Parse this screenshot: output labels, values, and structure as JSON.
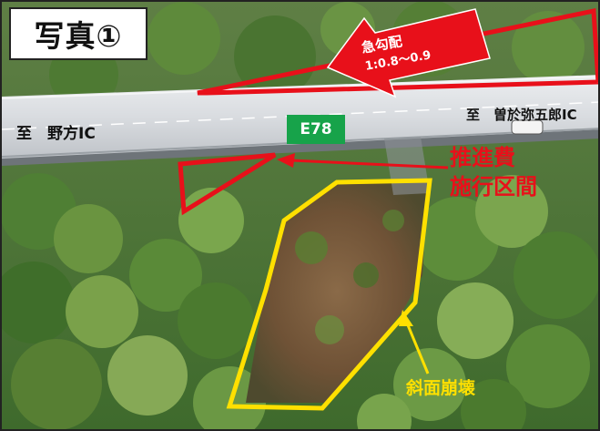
{
  "photo": {
    "title": "写真①",
    "road": {
      "left_direction": "至　野方IC",
      "right_direction": "至　曽於弥五郎IC",
      "route_number": "E78"
    },
    "grade_arrow": {
      "title": "急勾配",
      "ratio": "1:0.8〜0.9"
    },
    "section_label": {
      "line1": "推進費",
      "line2": "施行区間"
    },
    "collapse_label": "斜面崩壊",
    "colors": {
      "annotation_red": "#e8101a",
      "annotation_yellow": "#ffe000",
      "route_badge_green": "#17a34a",
      "road_surface": "#d9dce0"
    }
  }
}
